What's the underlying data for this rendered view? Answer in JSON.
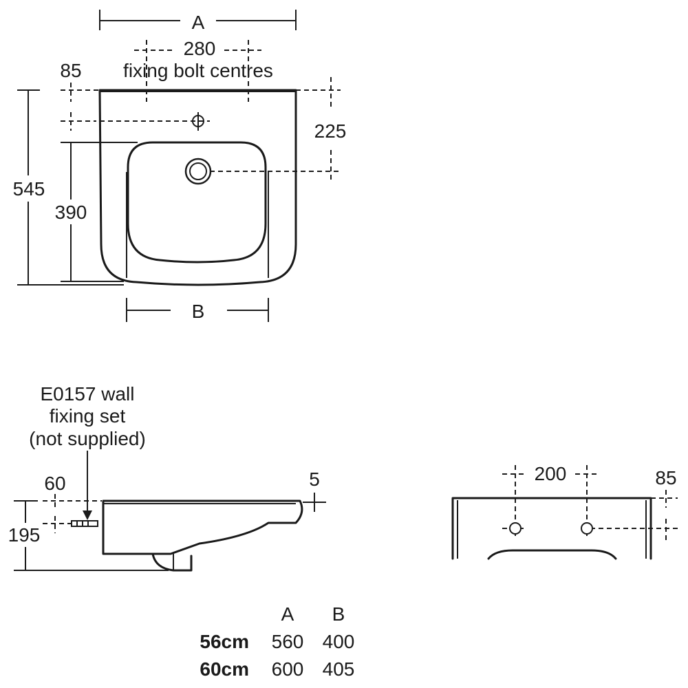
{
  "top_view": {
    "dim_width": "A",
    "dim_bolt_spacing": "280",
    "dim_bolt_caption": "fixing bolt centres",
    "dim_bolt_edge": "85",
    "dim_tap_offset": "225",
    "dim_depth_total": "545",
    "dim_depth_bowl": "390",
    "dim_bowl_width": "B"
  },
  "side_view": {
    "fixing_label_line1": "E0157 wall",
    "fixing_label_line2": "fixing set",
    "fixing_label_line3": "(not supplied)",
    "dim_bolt_height": "60",
    "dim_height": "195",
    "dim_rim": "5"
  },
  "rear_view": {
    "dim_bolt_spacing": "200",
    "dim_bolt_edge": "85"
  },
  "size_table": {
    "headers": [
      "",
      "A",
      "B"
    ],
    "rows": [
      {
        "size": "56cm",
        "a": "560",
        "b": "400"
      },
      {
        "size": "60cm",
        "a": "600",
        "b": "405"
      }
    ]
  }
}
